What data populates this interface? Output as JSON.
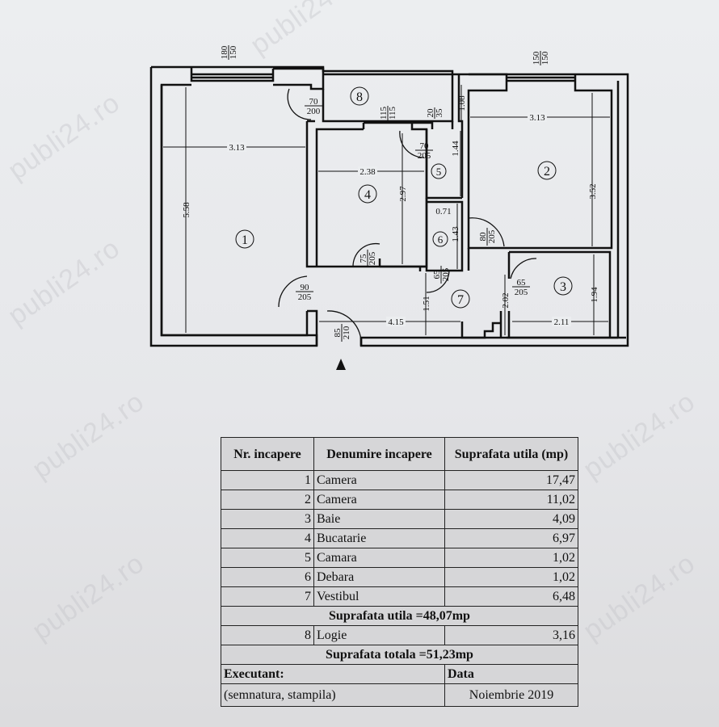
{
  "watermark": "publi24.ro",
  "plan": {
    "rooms": [
      "1",
      "2",
      "3",
      "4",
      "5",
      "6",
      "7",
      "8"
    ],
    "windows": [
      {
        "top": "180",
        "bottom": "150"
      },
      {
        "top": "150",
        "bottom": "150"
      },
      {
        "top": "115",
        "bottom": "115"
      },
      {
        "top": "20",
        "bottom": "35"
      }
    ],
    "doors": [
      {
        "top": "70",
        "bottom": "200"
      },
      {
        "top": "70",
        "bottom": "205"
      },
      {
        "top": "75",
        "bottom": "205"
      },
      {
        "top": "90",
        "bottom": "205"
      },
      {
        "top": "85",
        "bottom": "210"
      },
      {
        "top": "65",
        "bottom": "205"
      },
      {
        "top": "80",
        "bottom": "205"
      },
      {
        "top": "65",
        "bottom": "205"
      }
    ],
    "dims": {
      "r1_w": "3.13",
      "r1_h": "5.58",
      "r4_w": "2.38",
      "r4_h": "2.97",
      "r5_h": "1.44",
      "r6_w": "0.71",
      "r6_h": "1.43",
      "r8_h": "1.08",
      "r2_w": "3.13",
      "r2_h": "3.52",
      "r3_h": "1.94",
      "r3_w": "2.11",
      "r7_w": "4.15",
      "r7_h1": "1.51",
      "r7_h2": "2.02"
    }
  },
  "table": {
    "headers": [
      "Nr. incapere",
      "Denumire incapere",
      "Suprafata utila (mp)"
    ],
    "rows": [
      {
        "nr": "1",
        "name": "Camera",
        "area": "17,47"
      },
      {
        "nr": "2",
        "name": "Camera",
        "area": "11,02"
      },
      {
        "nr": "3",
        "name": "Baie",
        "area": "4,09"
      },
      {
        "nr": "4",
        "name": "Bucatarie",
        "area": "6,97"
      },
      {
        "nr": "5",
        "name": "Camara",
        "area": "1,02"
      },
      {
        "nr": "6",
        "name": "Debara",
        "area": "1,02"
      },
      {
        "nr": "7",
        "name": "Vestibul",
        "area": "6,48"
      }
    ],
    "subtotal": "Suprafata utila =48,07mp",
    "extra": {
      "nr": "8",
      "name": "Logie",
      "area": "3,16"
    },
    "total": "Suprafata totala =51,23mp",
    "executant_label": "Executant:",
    "data_label": "Data",
    "signature_note": "(semnatura, stampila)",
    "date": "Noiembrie 2019"
  }
}
